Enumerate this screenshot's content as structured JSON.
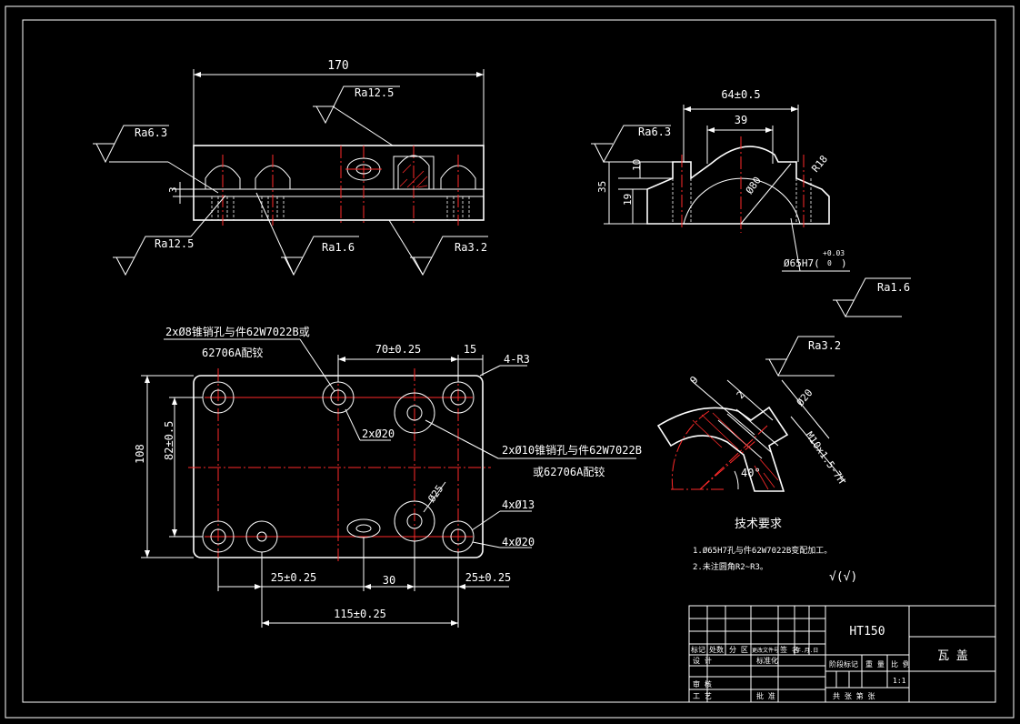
{
  "top_view": {
    "dim_width": "170",
    "ra_top": "Ra12.5",
    "ra_left": "Ra6.3",
    "ra_bottom_left": "Ra12.5",
    "ra_bottom_mid": "Ra1.6",
    "ra_bottom_right": "Ra3.2",
    "dim_depth": "3"
  },
  "side_view": {
    "dim_64": "64±0.5",
    "dim_39": "39",
    "ra": "Ra6.3",
    "dim_35": "35",
    "dim_10": "10",
    "dim_19": "19",
    "r18": "R18",
    "dia80": "Ø80",
    "bore_fit": "Ø65H7(",
    "bore_tol_upper": "+0.03",
    "bore_tol_lower": "0",
    "bore_close": ")",
    "ra_bore": "Ra1.6"
  },
  "plan_view": {
    "note_pin1_line1": "2xØ8锥销孔与件62W7022B或",
    "note_pin1_line2": "62706A配铰",
    "dim_70": "70±0.25",
    "dim_15": "15",
    "corner_radius": "4-R3",
    "dim_2x20": "2xØ20",
    "note_pin2_line1": "2xØ10锥销孔与件62W7022B",
    "note_pin2_line2": "或62706A配铰",
    "dim_108": "108",
    "dim_82": "82±0.5",
    "dia25": "Ø25",
    "holes_13": "4xØ13",
    "holes_20": "4xØ20",
    "dim_25_left": "25±0.25",
    "dim_30": "30",
    "dim_25_right": "25±0.25",
    "dim_115": "115±0.25"
  },
  "detail_view": {
    "ra": "Ra3.2",
    "dia20": "Ø20",
    "thread": "M10x1.5-7H",
    "angle": "40°",
    "dim_9": "9",
    "dim_2": "2"
  },
  "tech_req": {
    "title": "技术要求",
    "item1": "1.Ø65H7孔与件62W7022B变配加工。",
    "item2": "2.未注圆角R2~R3。",
    "general_finish": "√(√)"
  },
  "title_block": {
    "material": "HT150",
    "part_name": "瓦 盖",
    "hdr_mark": "标记",
    "hdr_count": "处数",
    "hdr_zone": "分 区",
    "hdr_docno": "更改文件号",
    "hdr_sign": "签 名",
    "hdr_date": "年.月.日",
    "row_design": "设 计",
    "row_std": "标准化",
    "hdr_stage": "阶段标记",
    "hdr_weight": "重 量",
    "hdr_scale": "比 例",
    "scale": "1:1",
    "row_check": "审 核",
    "row_process": "工 艺",
    "row_approve": "批 准",
    "sheets": "共   张   第   张"
  }
}
